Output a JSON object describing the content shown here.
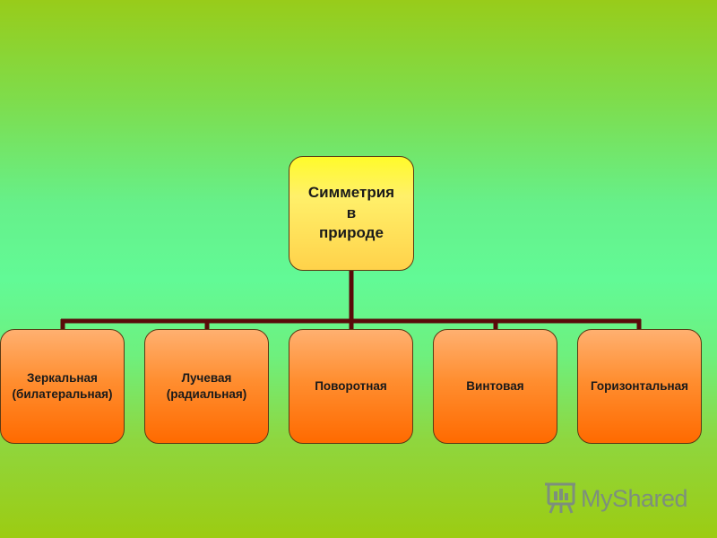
{
  "diagram": {
    "root": {
      "label": "Симметрия\nв\nприроде"
    },
    "children": [
      {
        "label": "Зеркальная\n(билатеральная)"
      },
      {
        "label": "Лучевая\n(радиальная)"
      },
      {
        "label": "Поворотная"
      },
      {
        "label": "Винтовая"
      },
      {
        "label": "Горизонтальная"
      }
    ],
    "colors": {
      "connector": "#5a0a0a",
      "root_fill": "#ffe94a",
      "child_fill": "#ff7a1a",
      "background": "#66f08a"
    }
  },
  "watermark": {
    "text": "MyShared",
    "icon": "presentation-board-icon"
  }
}
